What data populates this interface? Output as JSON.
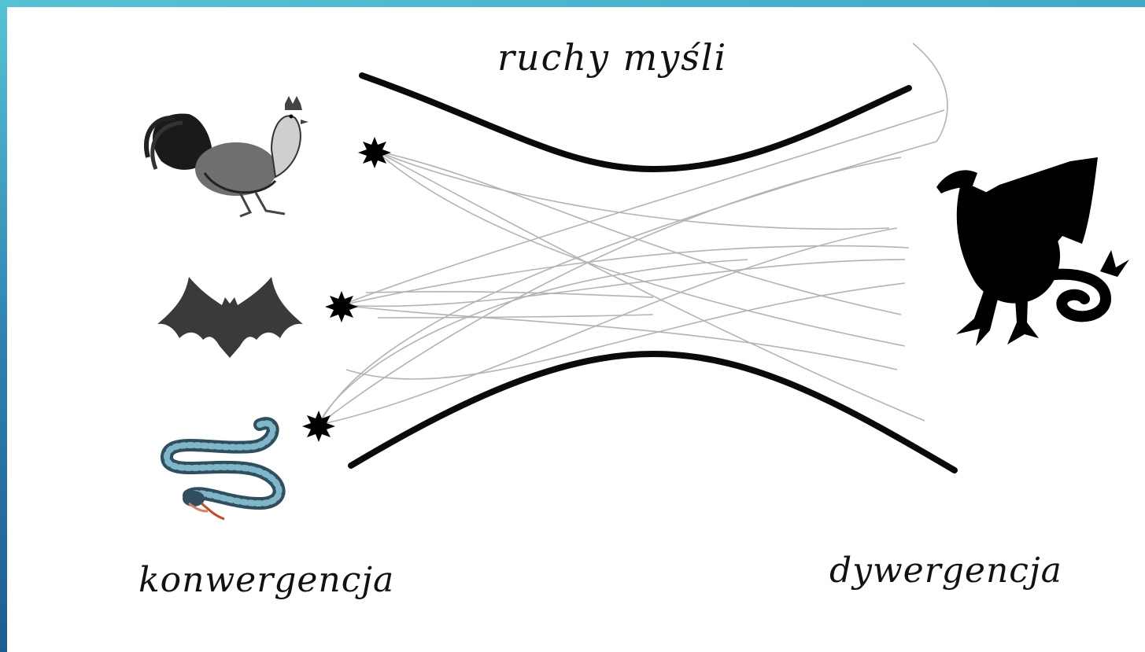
{
  "diagram": {
    "title": "ruchy myśli",
    "left_label": "konwergencja",
    "right_label": "dywergencja",
    "icons": [
      "rooster-icon",
      "bat-icon",
      "snake-icon",
      "dragon-icon",
      "burst-icon"
    ],
    "colors": {
      "frame_top": "#55c3d6",
      "frame_left": "#1d5d8f",
      "curve": "#0a0a0a",
      "thread": "#b8b8b8",
      "icon": "#000000"
    }
  }
}
